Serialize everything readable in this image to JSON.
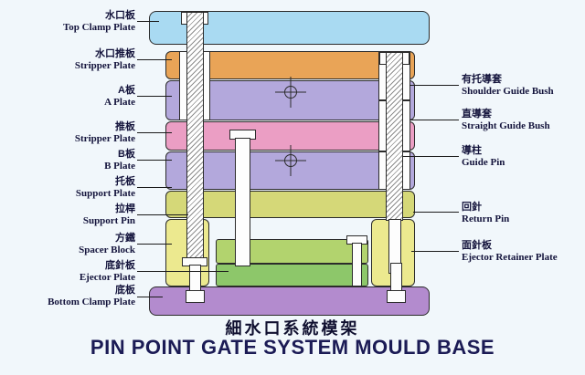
{
  "title": {
    "zh": "細水口系統模架",
    "en": "PIN POINT GATE SYSTEM MOULD BASE"
  },
  "left_labels": [
    {
      "zh": "水口板",
      "en": "Top Clamp Plate"
    },
    {
      "zh": "水口推板",
      "en": "Stripper Plate"
    },
    {
      "zh": "A板",
      "en": "A Plate"
    },
    {
      "zh": "推板",
      "en": "Stripper Plate"
    },
    {
      "zh": "B板",
      "en": "B Plate"
    },
    {
      "zh": "托板",
      "en": "Support Plate"
    },
    {
      "zh": "拉桿",
      "en": "Support Pin"
    },
    {
      "zh": "方鐵",
      "en": "Spacer Block"
    },
    {
      "zh": "底針板",
      "en": "Ejector Plate"
    },
    {
      "zh": "底板",
      "en": "Bottom Clamp Plate"
    }
  ],
  "right_labels": [
    {
      "zh": "有托導套",
      "en": "Shoulder Guide Bush"
    },
    {
      "zh": "直導套",
      "en": "Straight Guide Bush"
    },
    {
      "zh": "導柱",
      "en": "Guide Pin"
    },
    {
      "zh": "回針",
      "en": "Return Pin"
    },
    {
      "zh": "面針板",
      "en": "Ejector Retainer Plate"
    }
  ],
  "colors": {
    "background": "#f1f7fb",
    "top_clamp_plate": "#a9daf2",
    "stripper_plate_upper": "#e9a457",
    "a_plate": "#b3a8dc",
    "stripper_plate_lower": "#eb9ec4",
    "b_plate": "#b3a8dc",
    "support_plate": "#d5d878",
    "spacer_block": "#ece98f",
    "ejector_retainer_plate": "#b2d36e",
    "ejector_plate": "#8dc76a",
    "bottom_clamp_plate": "#b38bce",
    "title_text": "#1b1b55"
  }
}
